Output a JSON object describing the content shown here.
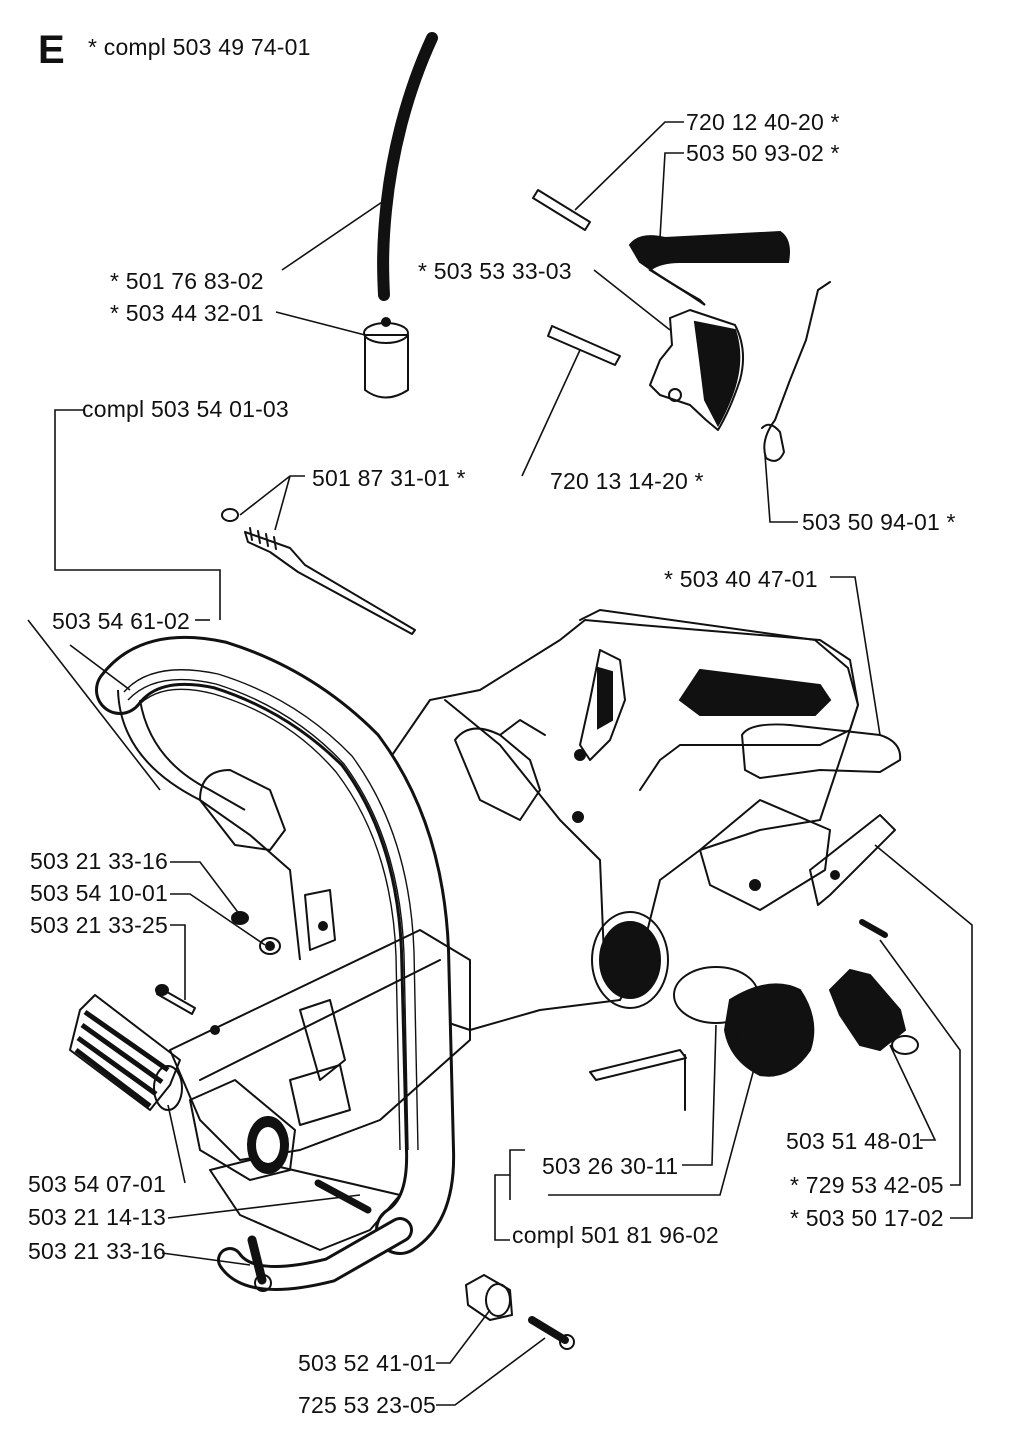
{
  "section_letter": "E",
  "labels": [
    {
      "id": "header",
      "text": "*  compl 503 49 74-01"
    },
    {
      "id": "p1",
      "text": "720 12 40-20  *"
    },
    {
      "id": "p2",
      "text": "503 50 93-02  *"
    },
    {
      "id": "p3",
      "text": "*  503 53 33-03"
    },
    {
      "id": "p4",
      "text": "*  501 76 83-02"
    },
    {
      "id": "p5",
      "text": "*  503 44 32-01"
    },
    {
      "id": "p6",
      "text": "compl 503 54 01-03"
    },
    {
      "id": "p7",
      "text": "501 87 31-01  *"
    },
    {
      "id": "p8",
      "text": "720 13 14-20  *"
    },
    {
      "id": "p9",
      "text": "503 50 94-01  *"
    },
    {
      "id": "p10",
      "text": "*  503 40 47-01"
    },
    {
      "id": "p11",
      "text": "503 54 61-02"
    },
    {
      "id": "p12",
      "text": "503 21 33-16"
    },
    {
      "id": "p13",
      "text": "503 54 10-01"
    },
    {
      "id": "p14",
      "text": "503 21 33-25"
    },
    {
      "id": "p15",
      "text": "503 51 48-01"
    },
    {
      "id": "p16",
      "text": "503 26 30-11"
    },
    {
      "id": "p17",
      "text": "*  729 53 42-05"
    },
    {
      "id": "p18",
      "text": "503 54 07-01"
    },
    {
      "id": "p19",
      "text": "*  503 50 17-02"
    },
    {
      "id": "p20",
      "text": "503 21 14-13"
    },
    {
      "id": "p21",
      "text": "compl 501 81 96-02"
    },
    {
      "id": "p22",
      "text": "503 21 33-16"
    },
    {
      "id": "p23",
      "text": "503 52 41-01"
    },
    {
      "id": "p24",
      "text": "725 53 23-05"
    }
  ]
}
